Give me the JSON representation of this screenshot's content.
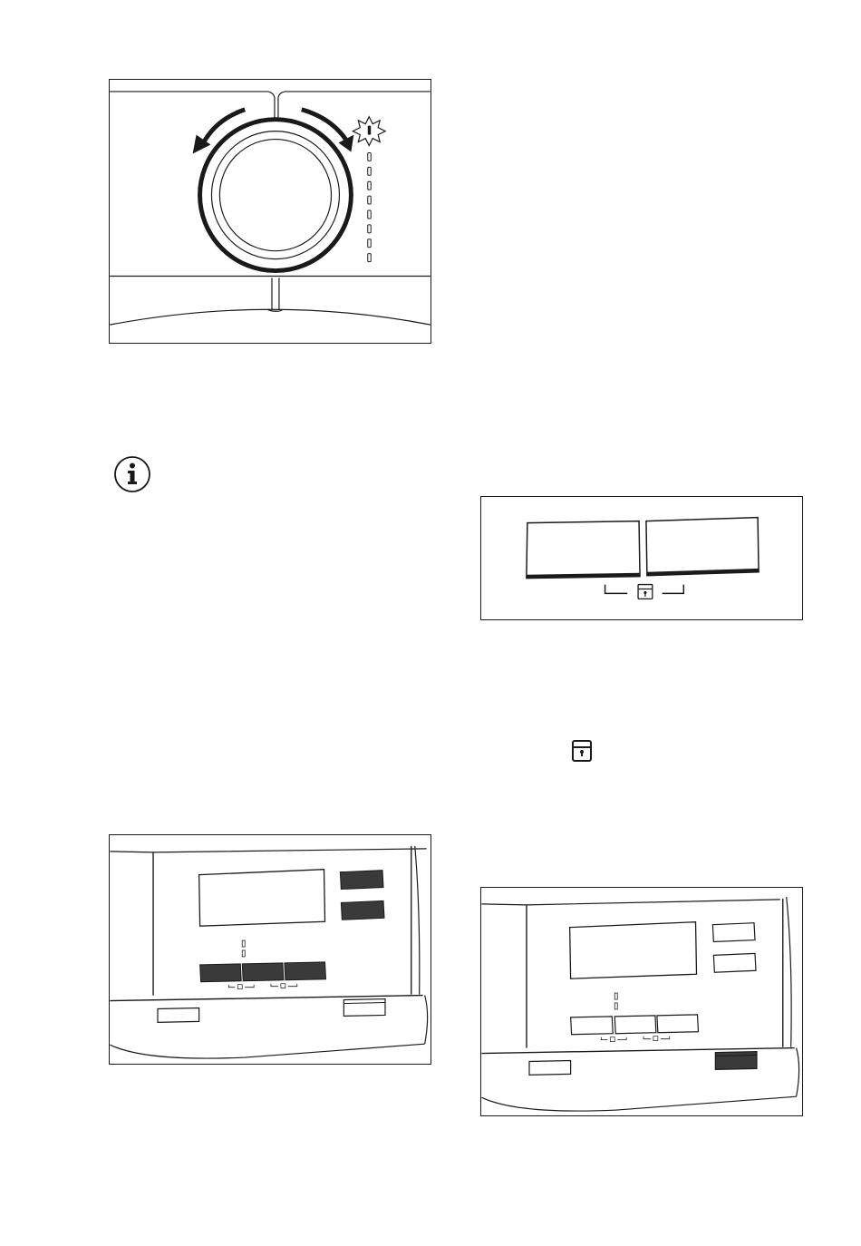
{
  "page": {
    "background": "#ffffff",
    "ink": "#1a1a1a",
    "button_fill": "#3a3a3a"
  },
  "figures": [
    {
      "name": "program-dial-figure",
      "icons": [
        "dial-knob-icon",
        "rotate-left-arrow-icon",
        "rotate-right-arrow-icon",
        "starburst-light-icon"
      ],
      "led_count": 9
    },
    {
      "name": "info-figure",
      "icons": [
        "info-icon"
      ]
    },
    {
      "name": "child-lock-buttons-figure",
      "icons": [
        "child-lock-icon"
      ]
    },
    {
      "name": "control-panel-left-figure",
      "highlighted": [
        "display-buttons",
        "bottom-row-buttons"
      ]
    },
    {
      "name": "control-panel-right-figure",
      "highlighted": [
        "start-pause-button"
      ]
    }
  ]
}
